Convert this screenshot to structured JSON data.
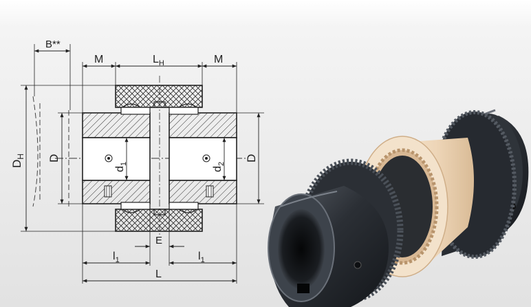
{
  "drawing": {
    "labels": {
      "b": "B**",
      "m_left": "M",
      "lh": "L",
      "lh_sub": "H",
      "m_right": "M",
      "dh": "D",
      "dh_sub": "H",
      "d_left": "D",
      "d1": "d",
      "d1_sub": "1",
      "d2": "d",
      "d2_sub": "2",
      "d_right": "D",
      "e": "E",
      "l1_left": "l",
      "l1_left_sub": "1",
      "l1_right": "l",
      "l1_right_sub": "1",
      "l": "L"
    }
  },
  "photo": {
    "subject": "gear-coupling",
    "colors": {
      "hub": "#2b2f35",
      "sleeve": "#f1dcc2",
      "background": "#e6e6e6"
    }
  }
}
